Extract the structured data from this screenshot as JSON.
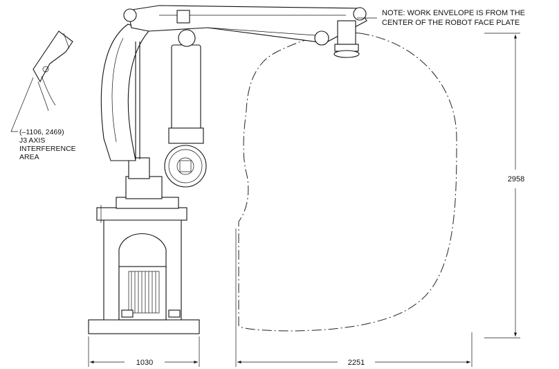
{
  "note": {
    "line1": "NOTE:  WORK ENVELOPE IS FROM THE",
    "line2": "CENTER OF THE ROBOT FACE PLATE"
  },
  "callout": {
    "line1": "(–1106, 2469)",
    "line2": "J3 AXIS",
    "line3": "INTERFERENCE",
    "line4": "AREA"
  },
  "dimensions": {
    "base_width": "1030",
    "reach": "2251",
    "height": "2958"
  }
}
